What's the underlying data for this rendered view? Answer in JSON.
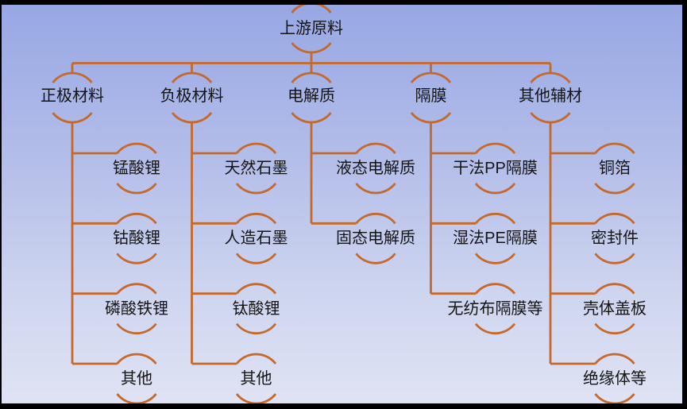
{
  "slide": {
    "line_color": "#c5692b",
    "text_color": "#141414",
    "background_top_color": "#97a7e5",
    "background_bottom_color": "#e0e4f4",
    "frame_color": "#000000"
  },
  "diagram": {
    "root": {
      "label": "上游原料"
    },
    "branches": [
      {
        "label": "正极材料",
        "children": [
          {
            "label": "锰酸锂"
          },
          {
            "label": "钴酸锂"
          },
          {
            "label": "磷酸铁锂"
          },
          {
            "label": "其他"
          }
        ]
      },
      {
        "label": "负极材料",
        "children": [
          {
            "label": "天然石墨"
          },
          {
            "label": "人造石墨"
          },
          {
            "label": "钛酸锂"
          },
          {
            "label": "其他"
          }
        ]
      },
      {
        "label": "电解质",
        "children": [
          {
            "label": "液态电解质"
          },
          {
            "label": "固态电解质"
          }
        ]
      },
      {
        "label": "隔膜",
        "children": [
          {
            "label": "干法PP隔膜"
          },
          {
            "label": "湿法PE隔膜"
          },
          {
            "label": "无纺布隔膜等"
          }
        ]
      },
      {
        "label": "其他辅材",
        "children": [
          {
            "label": "铜箔"
          },
          {
            "label": "密封件"
          },
          {
            "label": "壳体盖板"
          },
          {
            "label": "绝缘体等"
          }
        ]
      }
    ]
  }
}
